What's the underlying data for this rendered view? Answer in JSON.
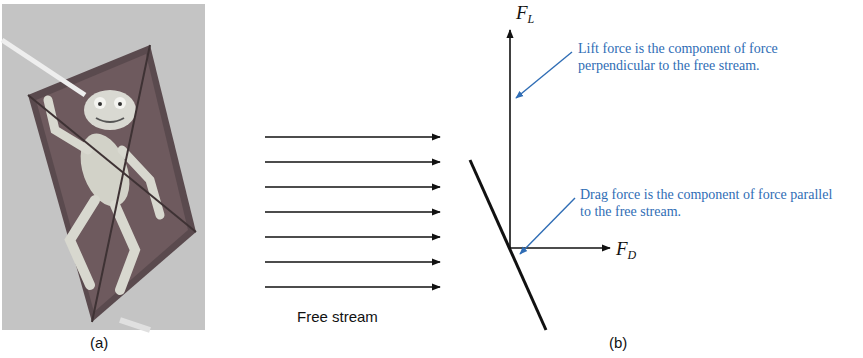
{
  "diagram": {
    "labels": [
      "FL",
      "Lift force is the component of force perpendicular to the free stream.",
      "FD",
      "Drag force is the component of force parallel to the free stream.",
      "Free stream",
      "(a)",
      "(b)"
    ]
  }
}
